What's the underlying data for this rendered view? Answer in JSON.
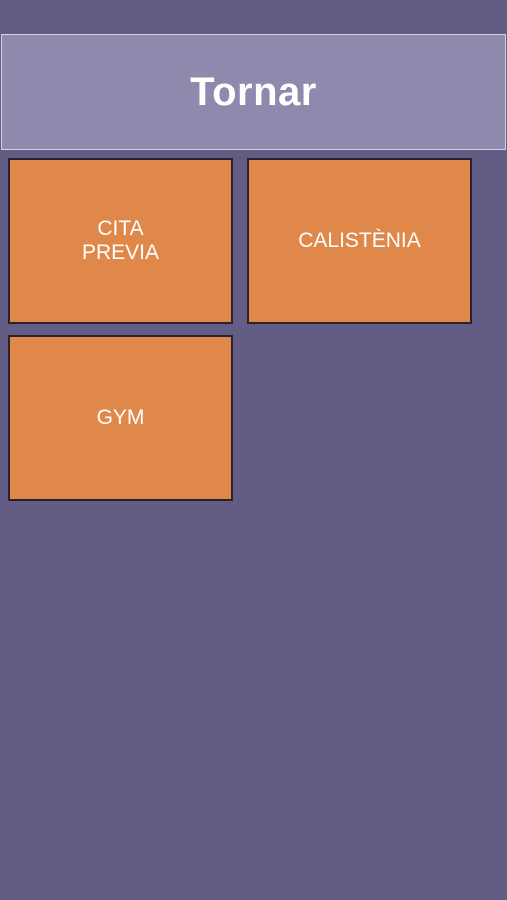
{
  "header": {
    "back_label": "Tornar"
  },
  "tiles": [
    {
      "label": "CITA\nPREVIA"
    },
    {
      "label": "CALISTÈNIA"
    },
    {
      "label": "GYM"
    }
  ],
  "colors": {
    "background": "#635d85",
    "header_background": "#8f89ad",
    "tile_background": "#e08849"
  }
}
